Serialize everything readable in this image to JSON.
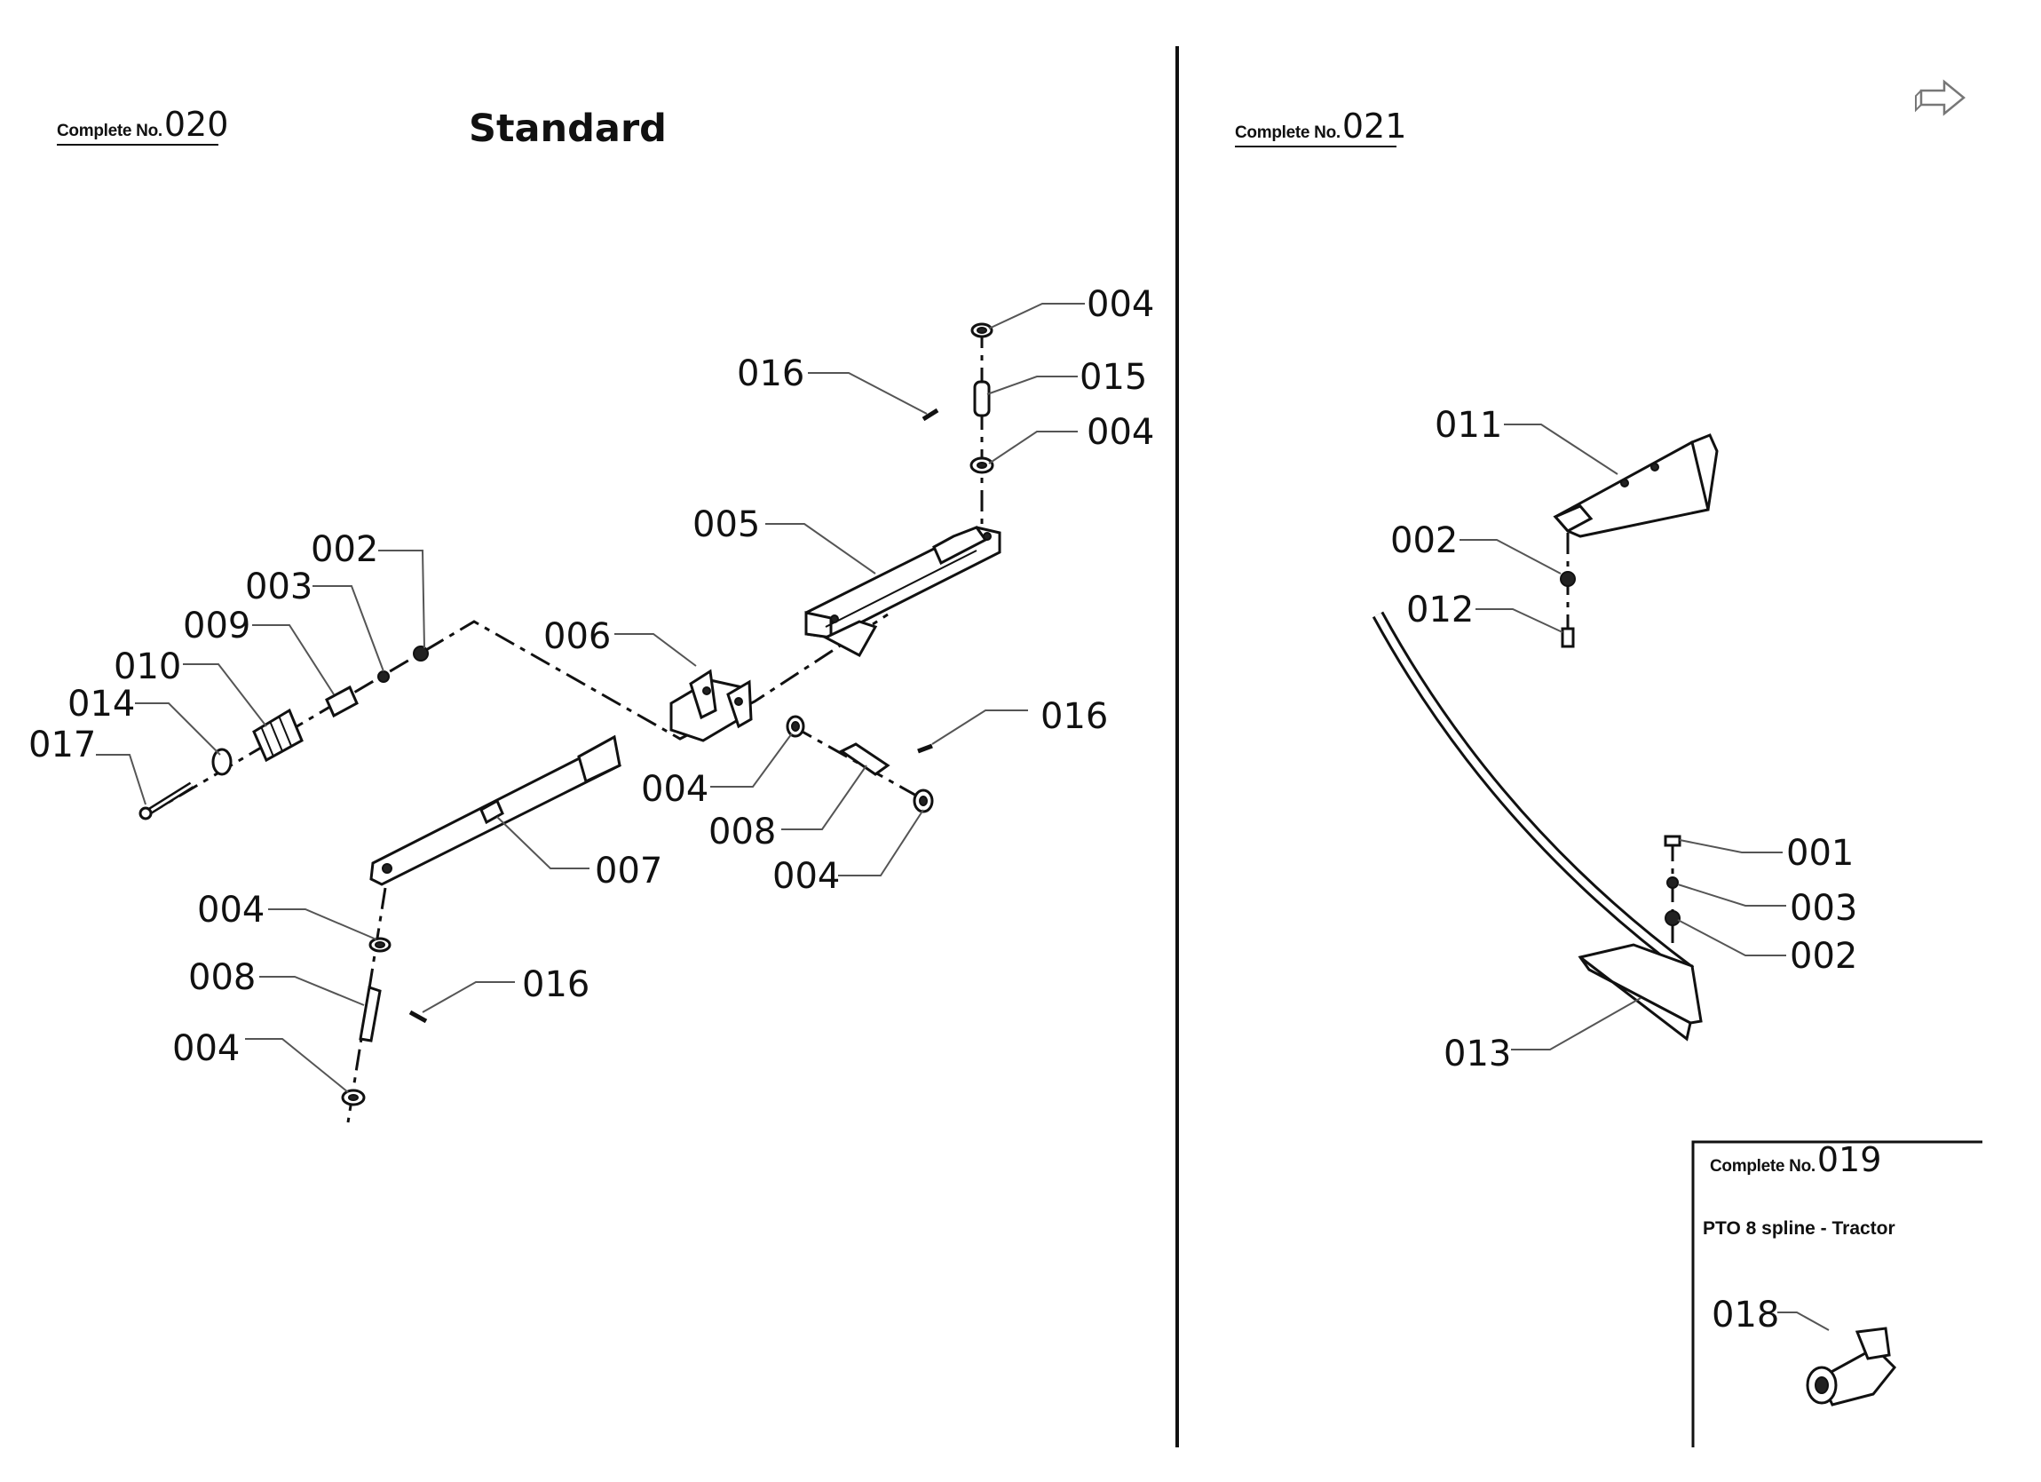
{
  "headers": {
    "left": {
      "prefix": "Complete No.",
      "number": "020"
    },
    "right": {
      "prefix": "Complete No.",
      "number": "021"
    },
    "inset": {
      "prefix": "Complete No.",
      "number": "019"
    }
  },
  "title": "Standard",
  "inset_subtitle": "PTO 8 spline - Tractor",
  "part_labels": {
    "l_004_top": "004",
    "l_016_top": "016",
    "l_015": "015",
    "l_004_mid": "004",
    "l_005": "005",
    "l_002": "002",
    "l_003": "003",
    "l_009": "009",
    "l_006": "006",
    "l_010": "010",
    "l_014": "014",
    "l_017": "017",
    "l_016_right": "016",
    "l_004_center": "004",
    "l_008_center": "008",
    "l_004_lower": "004",
    "l_007": "007",
    "l_004_left1": "004",
    "l_008_left": "008",
    "l_016_left": "016",
    "l_004_left2": "004",
    "r_011": "011",
    "r_002": "002",
    "r_012": "012",
    "r_001": "001",
    "r_003": "003",
    "r_002b": "002",
    "r_013": "013",
    "i_018": "018"
  },
  "icons": {
    "nav": "arrow-next-icon"
  }
}
